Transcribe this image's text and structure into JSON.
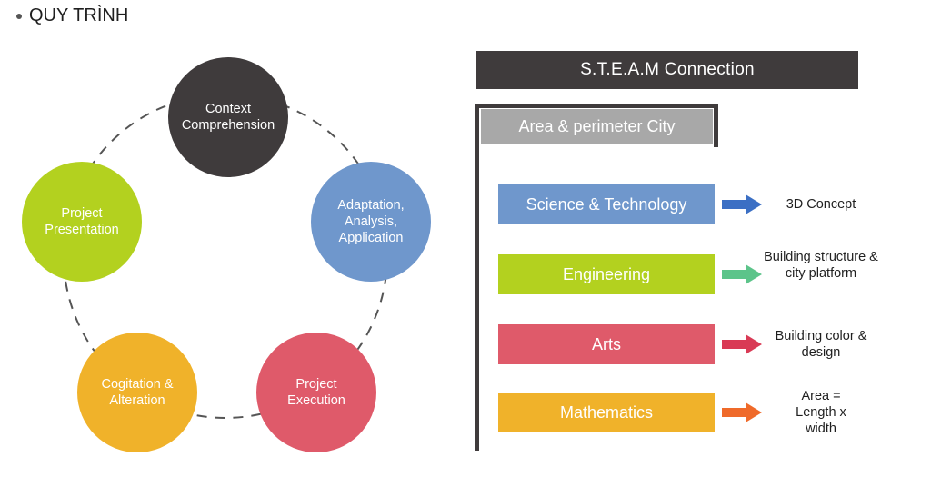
{
  "heading": {
    "bullet": "•",
    "text": "QUY TRÌNH"
  },
  "cycle": {
    "nodes": [
      {
        "label": "Context Comprehension",
        "color": "#3f3b3c"
      },
      {
        "label": "Adaptation, Analysis, Application",
        "color": "#6f97cc"
      },
      {
        "label": "Project Execution",
        "color": "#df5a6a"
      },
      {
        "label": "Cogitation & Alteration",
        "color": "#f0b22a"
      },
      {
        "label": "Project Presentation",
        "color": "#b3d11f"
      }
    ]
  },
  "connection": {
    "title": "S.T.E.A.M Connection",
    "area": "Area & perimeter City",
    "rows": [
      {
        "label": "Science & Technology",
        "color": "#6f97cc",
        "arrow_color": "#3b6fc4",
        "result": "3D Concept"
      },
      {
        "label": "Engineering",
        "color": "#b3d11f",
        "arrow_color": "#5cc48a",
        "result": "Building structure & city platform"
      },
      {
        "label": "Arts",
        "color": "#df5a6a",
        "arrow_color": "#d93a55",
        "result": "Building color & design"
      },
      {
        "label": "Mathematics",
        "color": "#f0b22a",
        "arrow_color": "#ef6a2a",
        "result": "Area = Length x width"
      }
    ]
  }
}
